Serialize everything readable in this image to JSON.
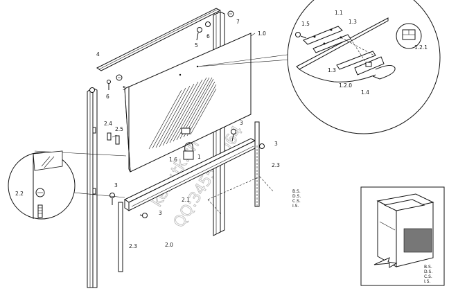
{
  "labels": {
    "l1_0": "1.0",
    "l1_1": "1.1",
    "l1_2_0": "1.2.0",
    "l1_2_1": "1.2.1",
    "l1_3a": "1.3",
    "l1_3b": "1.3",
    "l1_4": "1.4",
    "l1_5": "1.5",
    "l1_6": "1.6",
    "l1_dash": "1",
    "l2_0": "2.0",
    "l2_1": "2.1",
    "l2_2": "2.2",
    "l2_3a": "2.3",
    "l2_3b": "2.3",
    "l2_4": "2.4",
    "l2_5": "2.5",
    "l3a": "3",
    "l3b": "3",
    "l3c": "3",
    "l3d": "3",
    "l4": "4",
    "l5a": "5",
    "l5b": "5",
    "l6a": "6",
    "l6b": "6",
    "l7": "7"
  },
  "codes_main": [
    "B.S.",
    "D.S.",
    "C.S.",
    "I.S."
  ],
  "codes_inset": [
    "B.S.",
    "D.S.",
    "C.S.",
    "I.S."
  ],
  "watermark": [
    "kelly.tk.cn",
    "QQ:345511064"
  ]
}
